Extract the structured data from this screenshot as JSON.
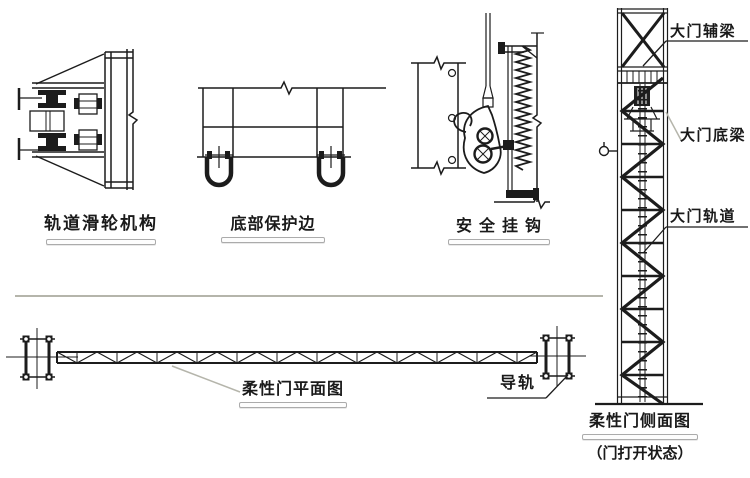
{
  "colors": {
    "background": "#ffffff",
    "line": "#1c1c1c",
    "muted_line": "#b5b5ab",
    "text": "#1a1a1a"
  },
  "figures": {
    "track_pulley": {
      "label": "轨道滑轮机构"
    },
    "bottom_guard": {
      "label": "底部保护边"
    },
    "safety_hook": {
      "label": "安全挂钩"
    },
    "plan_view": {
      "label": "柔性门平面图"
    },
    "guide_rail": {
      "label": "导轨"
    },
    "side_view": {
      "label": "柔性门侧面图",
      "state_note": "（门打开状态）"
    }
  },
  "callouts": {
    "aux_beam": "大门辅梁",
    "bottom_beam": "大门底梁",
    "gate_track": "大门轨道"
  }
}
